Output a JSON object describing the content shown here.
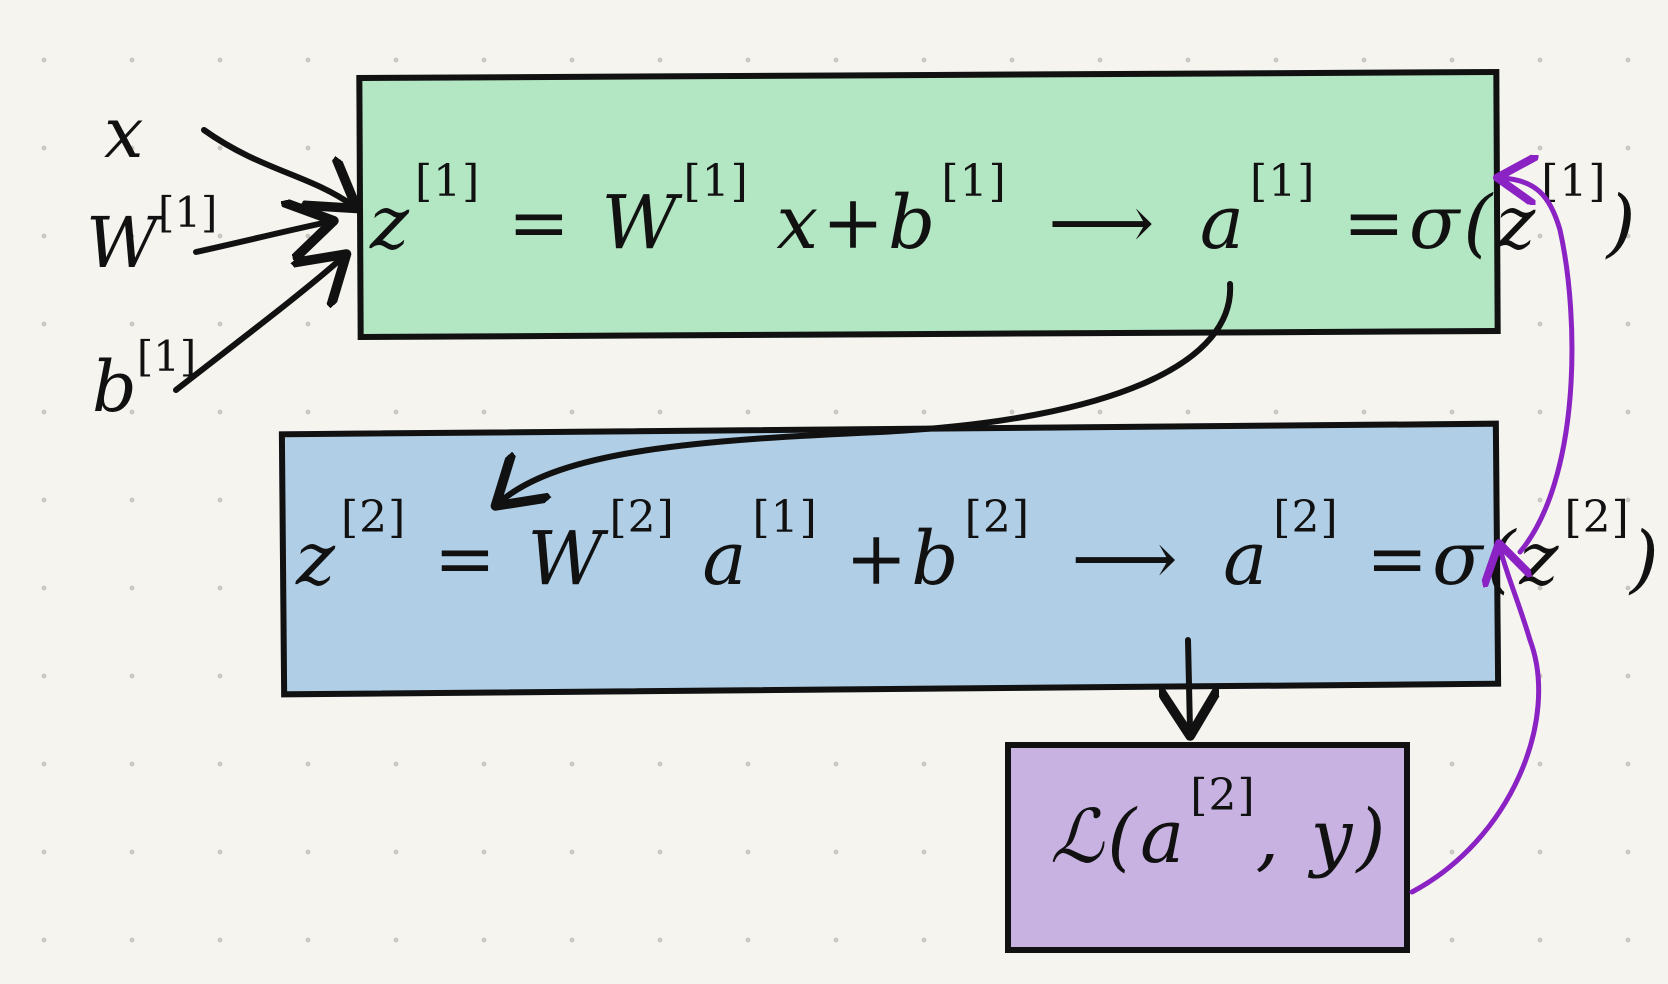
{
  "inputs": {
    "x": {
      "base": "x",
      "sup": ""
    },
    "w": {
      "base": "W",
      "sup": "[1]"
    },
    "b": {
      "base": "b",
      "sup": "[1]"
    }
  },
  "layer1": {
    "z_lhs": "z",
    "z_lhs_sup": "[1]",
    "w": "= W",
    "w_sup": "[1]",
    "x_plus_b": "x+b",
    "b_sup": "[1]",
    "arrow": "⟶",
    "a": "a",
    "a_sup": "[1]",
    "sigma_open": "=σ(z",
    "z_sup": "[1]",
    "close": ")"
  },
  "layer2": {
    "z_lhs": "z",
    "z_lhs_sup": "[2]",
    "w": "= W",
    "w_sup": "[2]",
    "a_in": "a",
    "a_in_sup": "[1]",
    "plus_b": "+b",
    "b_sup": "[2]",
    "arrow": "⟶",
    "a": "a",
    "a_sup": "[2]",
    "sigma_open": "=σ(z",
    "z_sup": "[2]",
    "close": ")"
  },
  "loss": {
    "open": "ℒ(a",
    "a_sup": "[2]",
    "close": ", y)"
  },
  "colors": {
    "layer1_fill": "#b3e6c2",
    "layer2_fill": "#b0cfe7",
    "loss_fill": "#c7b2e2",
    "backprop_arrow": "#8a22c4",
    "ink": "#111111"
  }
}
